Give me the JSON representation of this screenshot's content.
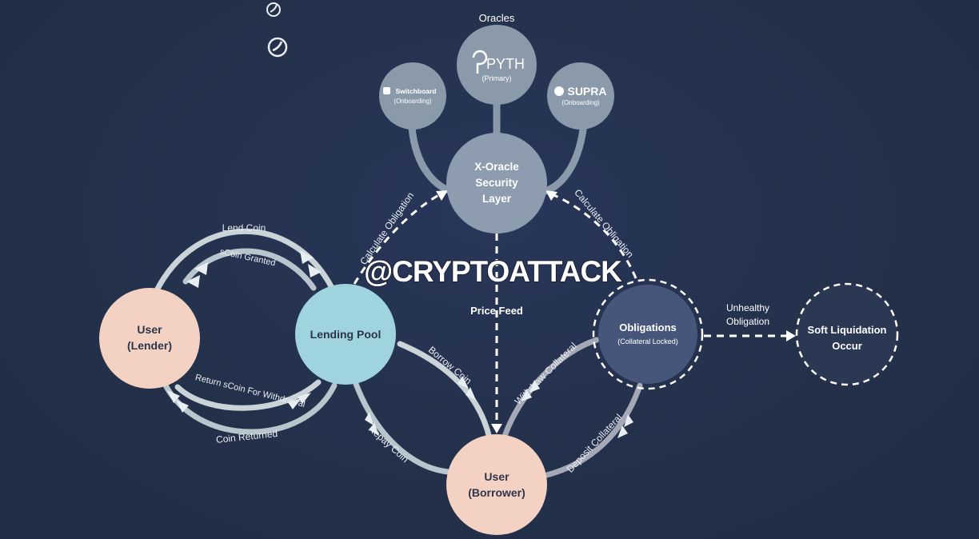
{
  "colors": {
    "background": "#24314b",
    "oracle_node": "#8a9aaa",
    "xoracle_node": "#8d9daf",
    "user_node": "#f3d2c3",
    "lending_pool": "#9fd3de",
    "obligations": "#46567a",
    "soft_liquidation": "#2b3854",
    "arrow_light": "#c9d3d8",
    "arrow_gray": "#a5a8b5",
    "white_text": "#ffffff",
    "dark_text": "#2d3548"
  },
  "watermark": "@CRYPTOATTACK",
  "oracles": {
    "title": "Oracles",
    "pyth": {
      "name": "PYTH",
      "sub": "(Primary)"
    },
    "switchboard": {
      "name": "Switchboard",
      "sub": "(Onboarding)"
    },
    "supra": {
      "name": "SUPRA",
      "sub": "(Onboarding)"
    }
  },
  "nodes": {
    "x_oracle": {
      "line1": "X-Oracle",
      "line2": "Security",
      "line3": "Layer"
    },
    "lender": {
      "line1": "User",
      "line2": "(Lender)"
    },
    "lending_pool": {
      "label": "Lending Pool"
    },
    "borrower": {
      "line1": "User",
      "line2": "(Borrower)"
    },
    "obligations": {
      "label": "Obligations",
      "sub": "(Collateral Locked)"
    },
    "soft_liquidation": {
      "line1": "Soft Liquidation",
      "line2": "Occur"
    }
  },
  "edges": {
    "lend_coin": "Lend Coin",
    "scoin_granted": "sCoin Granted",
    "return_scoin": "Return sCoin For Withdrawal",
    "coin_returned": "Coin Returned",
    "calc_obligation_left": "Calculate Obligation",
    "calc_obligation_right": "Calculate Obligation",
    "price_feed": "Price Feed",
    "borrow_coin": "Borrow Coin",
    "repay_coin": "Repay Coin",
    "withdraw_collateral": "Withdraw Collateral",
    "deposit_collateral": "Deposit Collateral",
    "unhealthy_line1": "Unhealthy",
    "unhealthy_line2": "Obligation"
  },
  "icons": {
    "top_small": "bubble-icon",
    "top_large": "bubble-icon",
    "pyth": "pyth-logo-icon",
    "switchboard": "switchboard-logo-icon",
    "supra": "supra-logo-icon"
  }
}
